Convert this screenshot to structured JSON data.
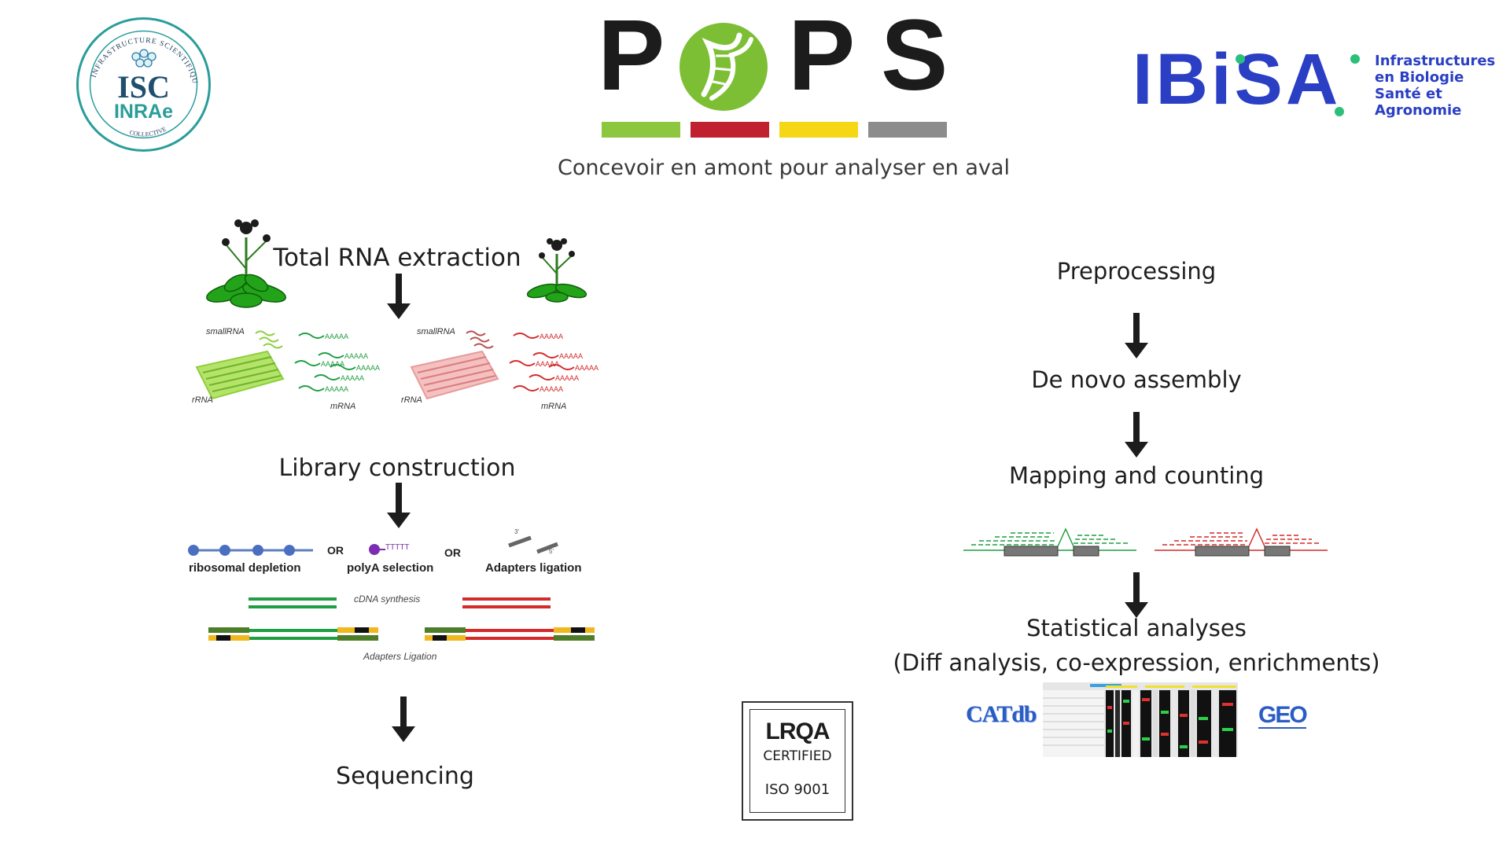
{
  "header": {
    "isc": {
      "top_arc": "INFRASTRUCTURE  SCIENTIFIQUE",
      "line1": "ISC",
      "line2": "INRAe",
      "bottom_arc": "COLLECTIVE"
    },
    "pops": {
      "letters": [
        "P",
        "P",
        "S"
      ],
      "tagline": "Concevoir en amont pour analyser en aval",
      "bar_colors": [
        "#8dc63f",
        "#c1202f",
        "#f5d715",
        "#8c8c8c"
      ],
      "brand_green": "#7dbf34",
      "dark": "#1c1c1c"
    },
    "ibisa": {
      "wordmark": "IBiSA",
      "lines": [
        "Infrastructures",
        "en Biologie",
        "Santé et",
        "Agronomie"
      ],
      "blue": "#2a3fc4",
      "green": "#2bbf7a"
    }
  },
  "left_workflow": {
    "total_rna": "Total RNA extraction",
    "rna_labels": {
      "small": "smallRNA",
      "rrna": "rRNA",
      "mrna": "mRNA",
      "polya": "AAAAA"
    },
    "library": "Library construction",
    "options": {
      "ribosomal": "ribosomal depletion",
      "or": "OR",
      "polya": "polyA selection",
      "adapters": "Adapters ligation",
      "tttt": "TTTTT",
      "three": "3'",
      "five": "5'"
    },
    "cdna": "cDNA synthesis",
    "adapters_ligation": "Adapters Ligation",
    "sequencing": "Sequencing"
  },
  "right_workflow": {
    "steps": [
      "Preprocessing",
      "De novo assembly",
      "Mapping and counting"
    ],
    "stats": "Statistical analyses",
    "stats_detail": "(Diff analysis, co-expression, enrichments)",
    "catdb": "CATdb",
    "geo": "GEO"
  },
  "cert": {
    "brand": "LRQA",
    "certified": "CERTIFIED",
    "iso": "ISO 9001"
  }
}
